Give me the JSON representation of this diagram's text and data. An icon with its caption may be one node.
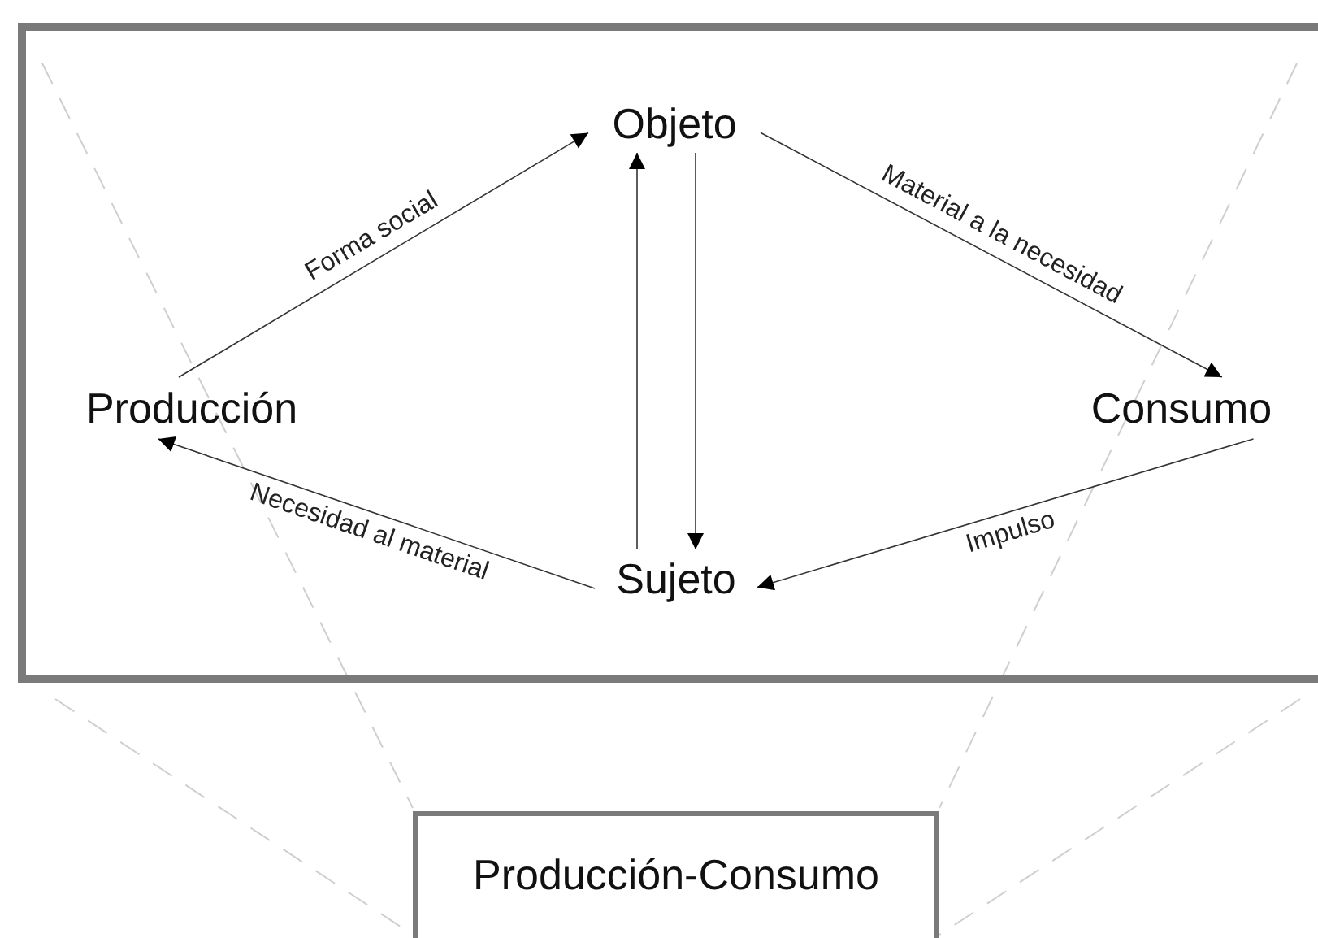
{
  "diagram": {
    "nodes": [
      {
        "text": [],
        "shape": "box"
      },
      {
        "text": [
          "Objeto"
        ],
        "in": 0
      },
      {
        "text": [
          "Producción"
        ],
        "in": 0
      },
      {
        "text": [
          "Consumo"
        ],
        "in": 0
      },
      {
        "text": [
          "Sujeto"
        ],
        "in": 0
      },
      {
        "text": [
          "Producción-Consumo"
        ]
      }
    ],
    "edges": [
      {
        "from": 2,
        "to": 1,
        "arrow": "to",
        "label": "Forma social"
      },
      {
        "from": 1,
        "to": 3,
        "arrow": "to",
        "label": "Material a la necesidad"
      },
      {
        "from": 3,
        "to": 4,
        "arrow": "to",
        "label": "Impulso"
      },
      {
        "from": 4,
        "to": 2,
        "arrow": "to",
        "label": "Necesidad al material"
      },
      {
        "from": 4,
        "to": 1,
        "arrow": "to"
      },
      {
        "from": 1,
        "to": 4,
        "arrow": "to"
      }
    ]
  }
}
